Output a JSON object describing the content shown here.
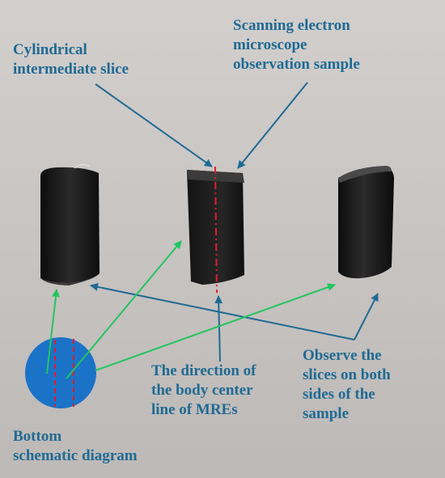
{
  "labels": {
    "cylindrical": "Cylindrical\nintermediate slice",
    "sem": "Scanning electron\nmicroscope\nobservation sample",
    "direction": "The direction of\nthe body center\nline of MREs",
    "observe": "Observe the\nslices on both\nsides of the\nsample",
    "bottom": "Bottom\nschematic diagram"
  },
  "colors": {
    "label_text": "#1f6a93",
    "blue_arrow": "#1f6a93",
    "green_arrow": "#22c55e",
    "red_dash": "#e11d2e",
    "circle": "#1a73c7",
    "slice": "#121212",
    "background": "#c9c6c4"
  }
}
